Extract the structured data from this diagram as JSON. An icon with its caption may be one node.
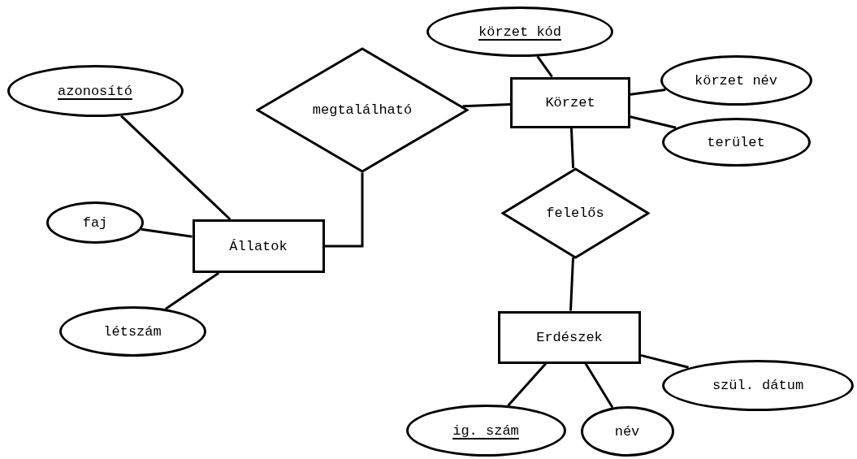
{
  "diagram": {
    "nodes": [
      {
        "text": [
          "Állatok"
        ]
      },
      {
        "text": [
          "azonosító"
        ]
      },
      {
        "text": [
          "faj"
        ]
      },
      {
        "text": [
          "létszám"
        ]
      },
      {
        "text": [
          "megtalálható"
        ]
      },
      {
        "text": [
          "Körzet"
        ]
      },
      {
        "text": [
          "körzet kód"
        ]
      },
      {
        "text": [
          "körzet név"
        ]
      },
      {
        "text": [
          "terület"
        ]
      },
      {
        "text": [
          "felelős"
        ]
      },
      {
        "text": [
          "Erdészek"
        ]
      },
      {
        "text": [
          "szül. dátum"
        ]
      },
      {
        "text": [
          "ig. szám"
        ]
      },
      {
        "text": [
          "név"
        ]
      }
    ],
    "edges": [
      {
        "from": 1,
        "to": 0,
        "arrow": "none"
      },
      {
        "from": 2,
        "to": 0,
        "arrow": "none"
      },
      {
        "from": 3,
        "to": 0,
        "arrow": "none"
      },
      {
        "from": 4,
        "to": 0,
        "arrow": "none"
      },
      {
        "from": 4,
        "to": 5,
        "arrow": "none"
      },
      {
        "from": 6,
        "to": 5,
        "arrow": "none"
      },
      {
        "from": 7,
        "to": 5,
        "arrow": "none"
      },
      {
        "from": 8,
        "to": 5,
        "arrow": "none"
      },
      {
        "from": 5,
        "to": 9,
        "arrow": "none"
      },
      {
        "from": 9,
        "to": 10,
        "arrow": "none"
      },
      {
        "from": 10,
        "to": 11,
        "arrow": "none"
      },
      {
        "from": 10,
        "to": 12,
        "arrow": "none"
      },
      {
        "from": 10,
        "to": 13,
        "arrow": "none"
      }
    ]
  }
}
